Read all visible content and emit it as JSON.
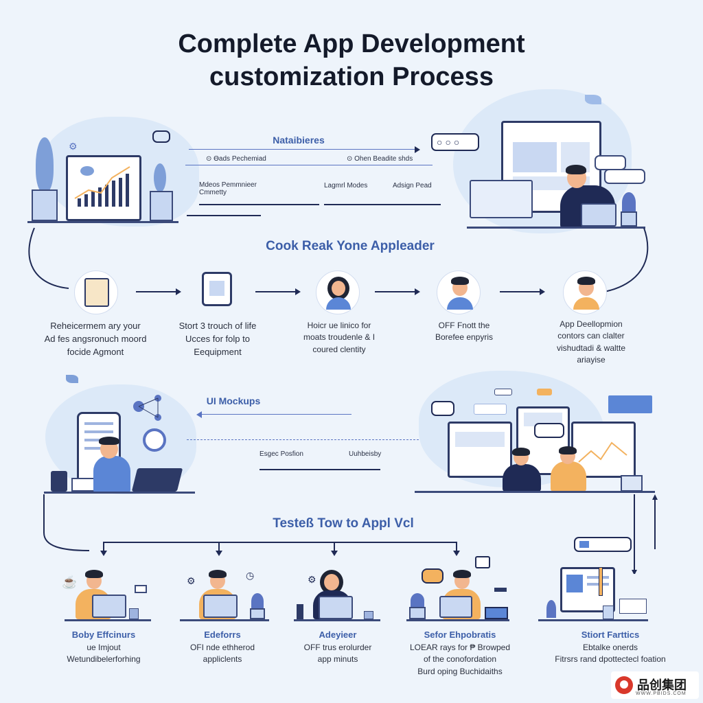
{
  "title": {
    "line1": "Complete App Development",
    "line2": "customization Process"
  },
  "top_section": {
    "heading": "Nataibieres",
    "labels": [
      "⊙ Ɵads Pechemiad",
      "⊙ Ohen Beadite shds",
      "Mdeos Pemmnieer Cmmetty",
      "Lagmrl Modes",
      "Adsign Pead"
    ]
  },
  "row2": {
    "heading": "Cook Reak Yone Appleader",
    "steps": [
      {
        "lines": [
          "Reheicermem ary your",
          "Ad fes angsronuch moord",
          "focide Agmont"
        ]
      },
      {
        "lines": [
          "Stort 3 trouch of life",
          "Ucces for folp to",
          "Eequipment"
        ]
      },
      {
        "lines": [
          "Hoicr ue linico for",
          "moats troudenle & I",
          "coured clentity"
        ]
      },
      {
        "lines": [
          "OFF Fnott the",
          "Borefee enpyris"
        ]
      },
      {
        "lines": [
          "App Deellopmion",
          "contors can clalter",
          "vishudtadi & waltte",
          "ariayise"
        ]
      }
    ]
  },
  "mockups": {
    "heading": "UI Mockups",
    "labels": [
      "Esgec Posfion",
      "Uuhbeisby"
    ]
  },
  "testing": {
    "heading": "Testeß Tow to Appl Vcl",
    "steps": [
      {
        "title": "Boby Effcinurs",
        "lines": [
          "ue Imjout",
          "Wetundibelerforhing"
        ]
      },
      {
        "title": "Edeforrs",
        "lines": [
          "OFI nde ethherod",
          "appliclents"
        ]
      },
      {
        "title": "Adeyieer",
        "lines": [
          "OFF trus erolurder",
          "app minuts"
        ]
      },
      {
        "title": "Sefor Ehpobratis",
        "lines": [
          "LOEAR rays for ₱ Browped",
          "of the conofordation",
          "Burd oping Buchidaiths"
        ]
      },
      {
        "title": "Stiort Farttics",
        "lines": [
          "Ebtalke onerds",
          "Fitrsrs rand dpottectecl foation"
        ]
      }
    ]
  },
  "watermark": {
    "name": "品创集团",
    "url": "WWW.PBIDS.COM"
  },
  "colors": {
    "background": "#eef4fb",
    "accent_blue": "#3c5ea8",
    "navy": "#1f2a55",
    "skin": "#f2b68f",
    "shirt_blue": "#5b86d6",
    "shirt_orange": "#f3b25f"
  }
}
